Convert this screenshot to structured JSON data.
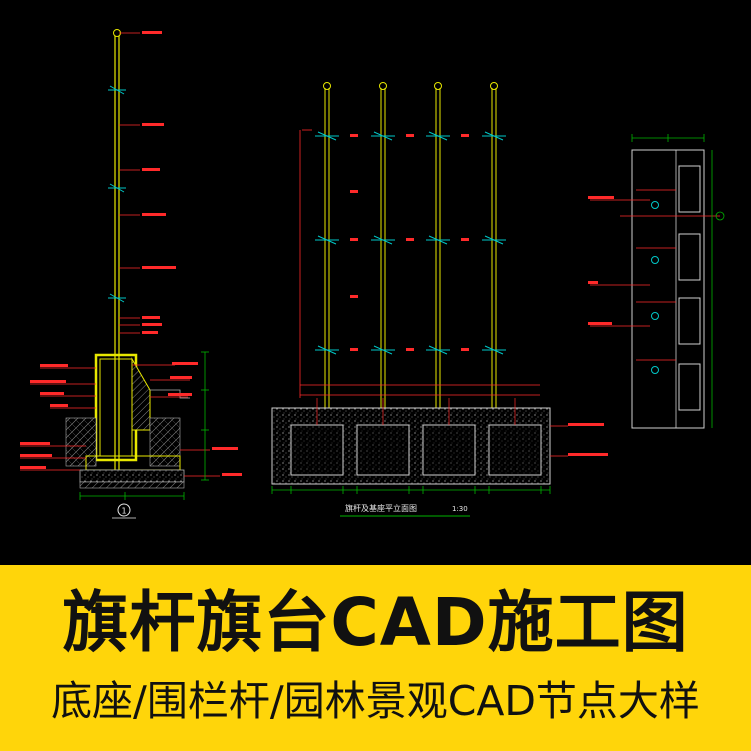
{
  "drawing": {
    "plan_caption": "旗杆及基座平立面图",
    "plan_scale": "1:30",
    "detail_marker": "1",
    "colors": {
      "background": "#000000",
      "pole": "#e8e800",
      "annotation": "#ff2a2a",
      "leader": "#00c8c8",
      "label": "#e8e8e8",
      "ground": "#b0b0b0",
      "dimension": "#00b400"
    }
  },
  "banner": {
    "title": "旗杆旗台CAD施工图",
    "subtitle": "底座/围栏杆/园林景观CAD节点大样",
    "background": "#ffd50a",
    "text_color": "#111111"
  }
}
